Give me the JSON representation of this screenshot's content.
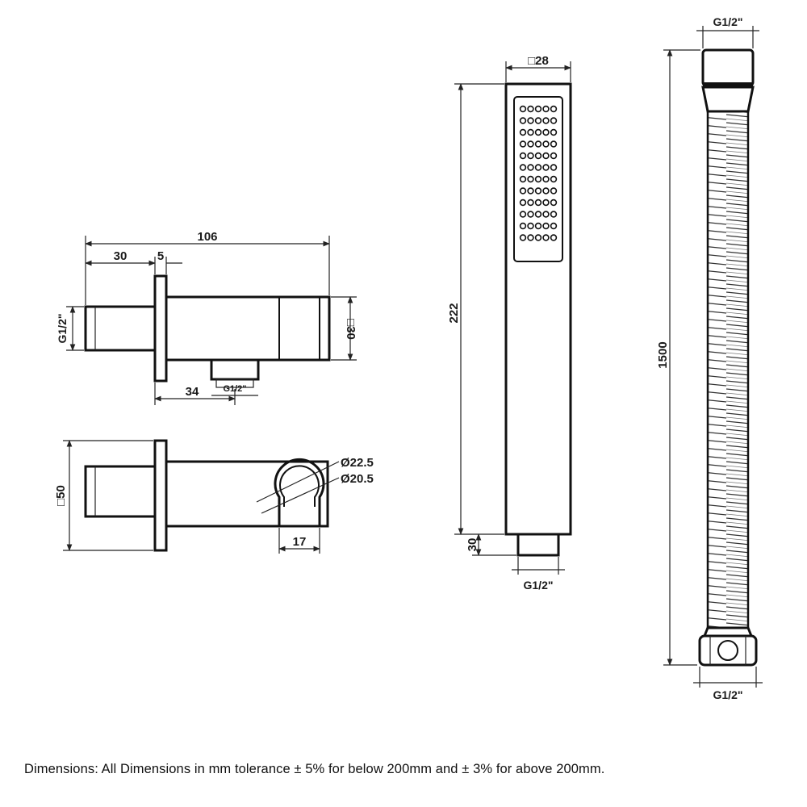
{
  "drawing": {
    "elbow_top": {
      "length": "106",
      "offset": "30",
      "flange": "5",
      "height": "□30",
      "inlet": "G1/2\"",
      "outlet_offset": "34",
      "outlet": "G1/2\""
    },
    "elbow_bottom": {
      "height": "□50",
      "outer_diameter": "Ø22.5",
      "inner_diameter": "Ø20.5",
      "holder_offset": "17"
    },
    "handset": {
      "width": "□28",
      "length": "222",
      "connector_length": "30",
      "connector": "G1/2\""
    },
    "hose": {
      "top_connector": "G1/2\"",
      "length": "1500",
      "bottom_connector": "G1/2\""
    }
  },
  "footer": {
    "note": "Dimensions: All Dimensions in mm tolerance ± 5% for below 200mm and ± 3% for above 200mm."
  }
}
